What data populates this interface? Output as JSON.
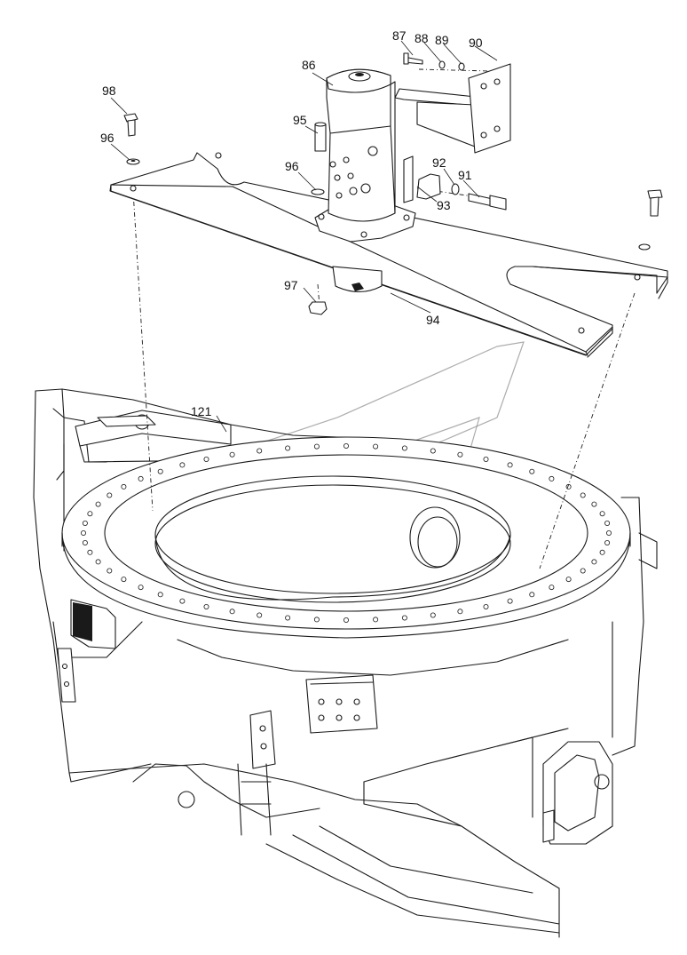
{
  "diagram": {
    "type": "exploded-parts-diagram",
    "callouts": [
      {
        "id": "c87",
        "label": "87"
      },
      {
        "id": "c88",
        "label": "88"
      },
      {
        "id": "c89",
        "label": "89"
      },
      {
        "id": "c90",
        "label": "90"
      },
      {
        "id": "c86",
        "label": "86"
      },
      {
        "id": "c98",
        "label": "98"
      },
      {
        "id": "c95",
        "label": "95"
      },
      {
        "id": "c96a",
        "label": "96"
      },
      {
        "id": "c96b",
        "label": "96"
      },
      {
        "id": "c92",
        "label": "92"
      },
      {
        "id": "c91",
        "label": "91"
      },
      {
        "id": "c93",
        "label": "93"
      },
      {
        "id": "c97",
        "label": "97"
      },
      {
        "id": "c94",
        "label": "94"
      },
      {
        "id": "c121",
        "label": "121"
      }
    ]
  }
}
